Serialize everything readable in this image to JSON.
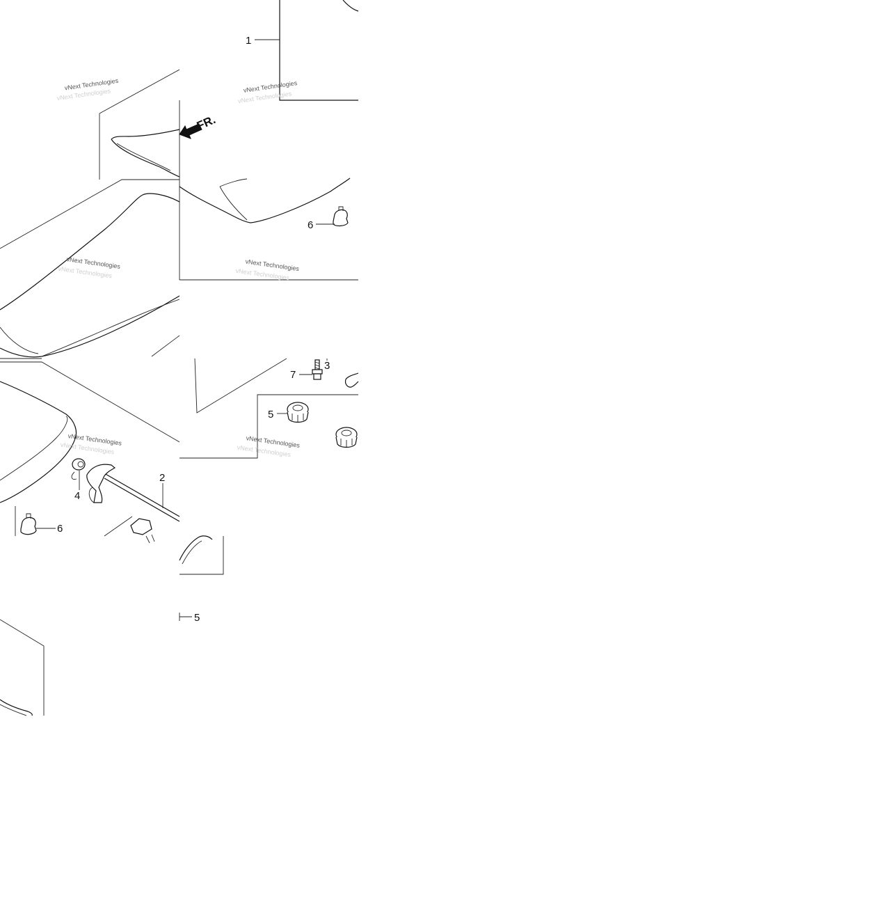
{
  "diagram": {
    "direction_label": "FR.",
    "callouts": {
      "c1": "1",
      "c2": "2",
      "c3": "3",
      "c4": "4",
      "c5a": "5",
      "c5b": "5",
      "c6a": "6",
      "c6b": "6",
      "c7": "7"
    },
    "watermarks": {
      "w1": "vNext Technologies",
      "w2": "vNext Technologies",
      "w3": "vNext Technologies",
      "w4": "vNext Technologies",
      "w5": "vNext Technologies",
      "w6": "vNext Technologies"
    }
  }
}
